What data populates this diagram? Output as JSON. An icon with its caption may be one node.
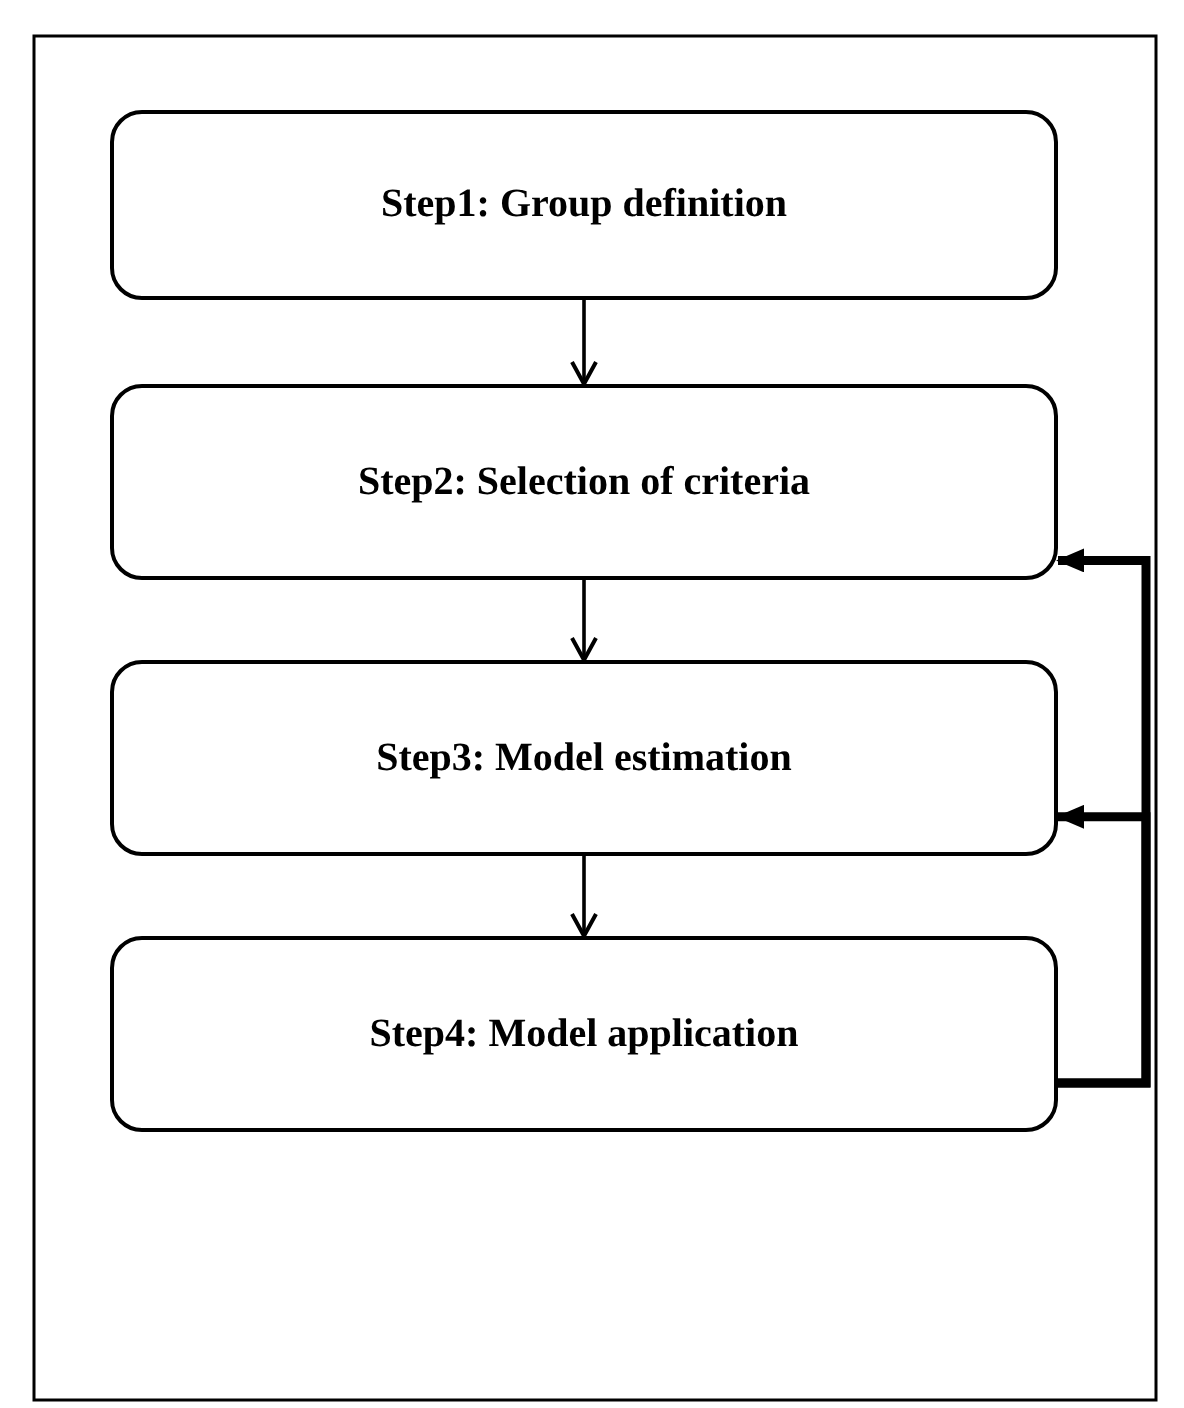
{
  "diagram": {
    "nodes": [
      {
        "text": [
          "Step1: Group definition"
        ]
      },
      {
        "text": [
          "Step2: Selection of criteria"
        ]
      },
      {
        "text": [
          "Step3: Model estimation"
        ]
      },
      {
        "text": [
          "Step4: Model application"
        ]
      }
    ],
    "edges": [
      {
        "from": 0,
        "to": 1,
        "arrow": "to"
      },
      {
        "from": 1,
        "to": 2,
        "arrow": "to"
      },
      {
        "from": 2,
        "to": 3,
        "arrow": "to"
      },
      {
        "from": 3,
        "to": 1,
        "arrow": "to",
        "style": "thick"
      },
      {
        "from": 3,
        "to": 2,
        "arrow": "to",
        "style": "thick"
      }
    ]
  }
}
